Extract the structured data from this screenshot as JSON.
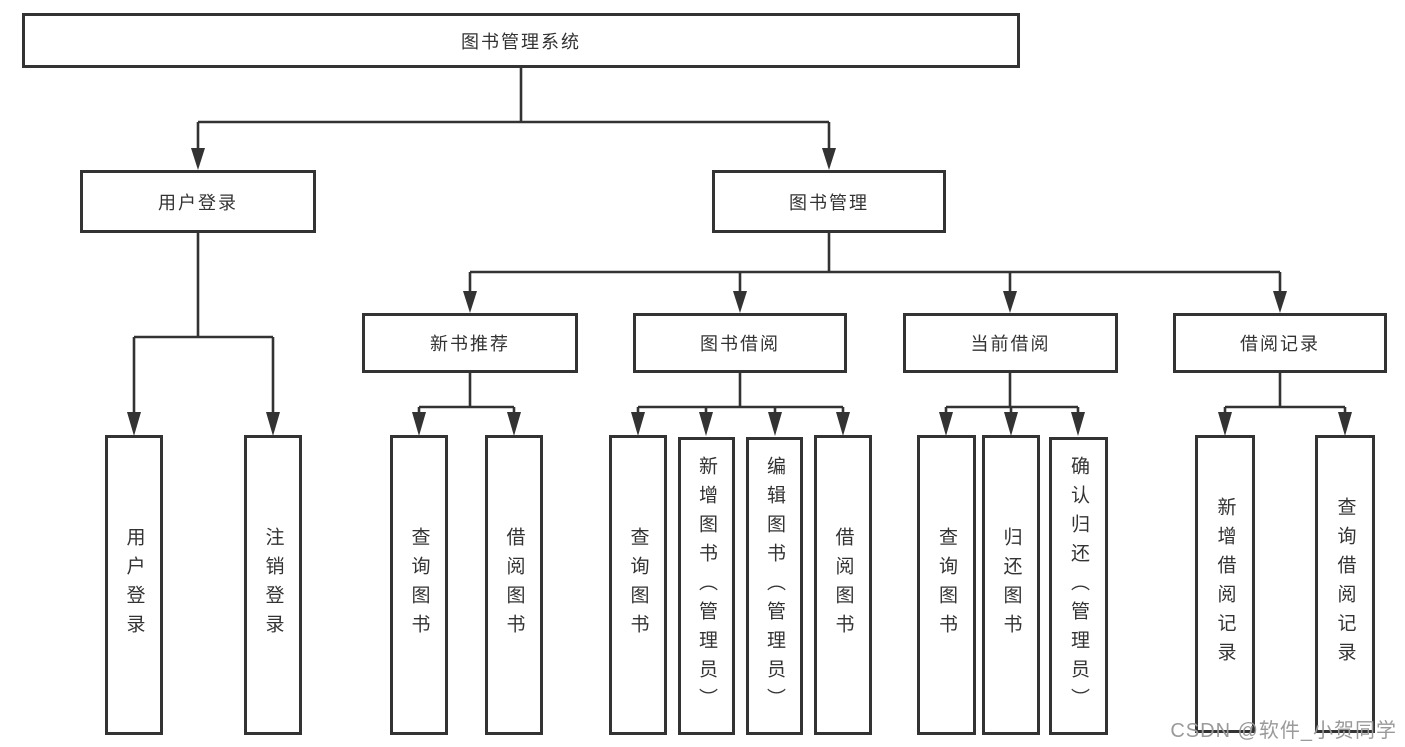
{
  "tree": {
    "label": "图书管理系统",
    "children": [
      {
        "label": "用户登录",
        "children": [
          {
            "label": "用户登录"
          },
          {
            "label": "注销登录"
          }
        ]
      },
      {
        "label": "图书管理",
        "children": [
          {
            "label": "新书推荐",
            "children": [
              {
                "label": "查询图书"
              },
              {
                "label": "借阅图书"
              }
            ]
          },
          {
            "label": "图书借阅",
            "children": [
              {
                "label": "查询图书"
              },
              {
                "label": "新增图书（管理员）"
              },
              {
                "label": "编辑图书（管理员）"
              },
              {
                "label": "借阅图书"
              }
            ]
          },
          {
            "label": "当前借阅",
            "children": [
              {
                "label": "查询图书"
              },
              {
                "label": "归还图书"
              },
              {
                "label": "确认归还（管理员）"
              }
            ]
          },
          {
            "label": "借阅记录",
            "children": [
              {
                "label": "新增借阅记录"
              },
              {
                "label": "查询借阅记录"
              }
            ]
          }
        ]
      }
    ]
  },
  "watermark": "CSDN @软件_小贺同学",
  "colors": {
    "line": "#333333",
    "text": "#333333",
    "watermark": "#9a9a9a",
    "background": "#ffffff"
  }
}
